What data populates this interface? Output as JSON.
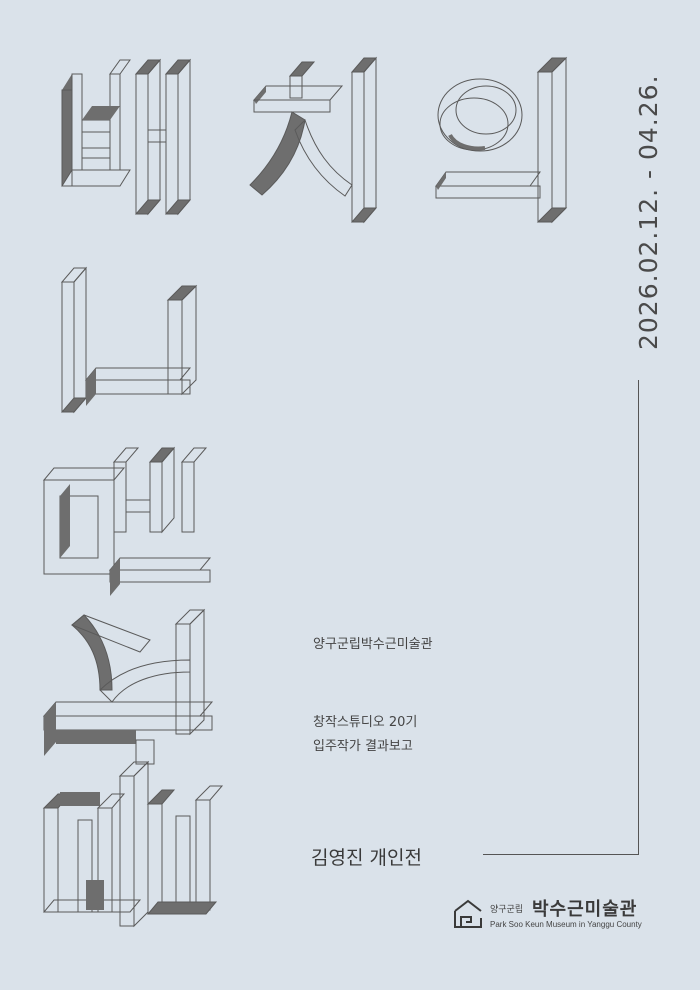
{
  "poster": {
    "title_chars": [
      "배",
      "치",
      "의",
      "ㄴ",
      "맨",
      "강",
      "삶"
    ],
    "date_range": "2026.02.12. - 04.26.",
    "museum_name": "양구군립박수근미술관",
    "studio_line1": "창작스튜디오 20기",
    "studio_line2": "입주작가 결과보고",
    "exhibition_title": "김영진 개인전",
    "logo": {
      "small_label": "양구군립",
      "big_label": "박수근미술관",
      "english_name": "Park Soo Keun Museum in Yanggu County"
    }
  },
  "colors": {
    "background": "#dae2ea",
    "outline": "#5a5a5a",
    "shadow": "#6e6e6e",
    "text": "#3d3d3d"
  }
}
